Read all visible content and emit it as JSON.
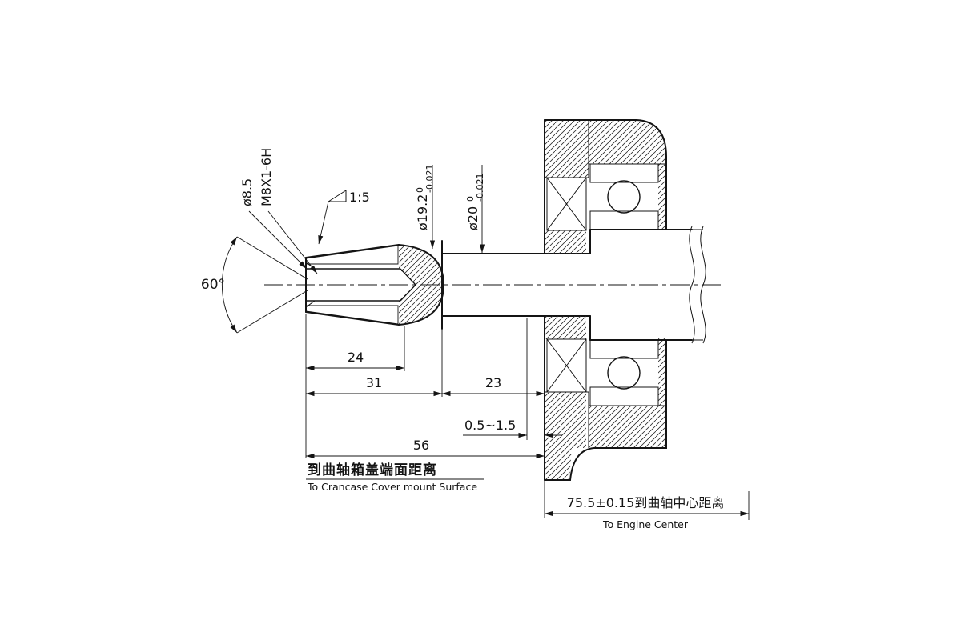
{
  "drawing": {
    "background": "#ffffff",
    "line_color": "#141414",
    "labels": {
      "dia_85": "ø8.5",
      "thread": "M8X1-6H",
      "taper": "1:5",
      "dia_192": "ø19.2",
      "dia_192_tol_upper": "0",
      "dia_192_tol_lower": "-0.021",
      "dia_20": "ø20",
      "dia_20_tol_upper": "0",
      "dia_20_tol_lower": "-0.021",
      "angle": "60°"
    },
    "dimensions": {
      "d24": "24",
      "d31": "31",
      "d23": "23",
      "gap": "0.5~1.5",
      "d56": "56",
      "center_distance": "75.5±0.15到曲轴中心距离"
    },
    "notes": {
      "crankcase_cn": "到曲轴箱盖端面距离",
      "crankcase_en": "To Crancase Cover mount Surface",
      "engine_center_en": "To Engine Center"
    }
  }
}
